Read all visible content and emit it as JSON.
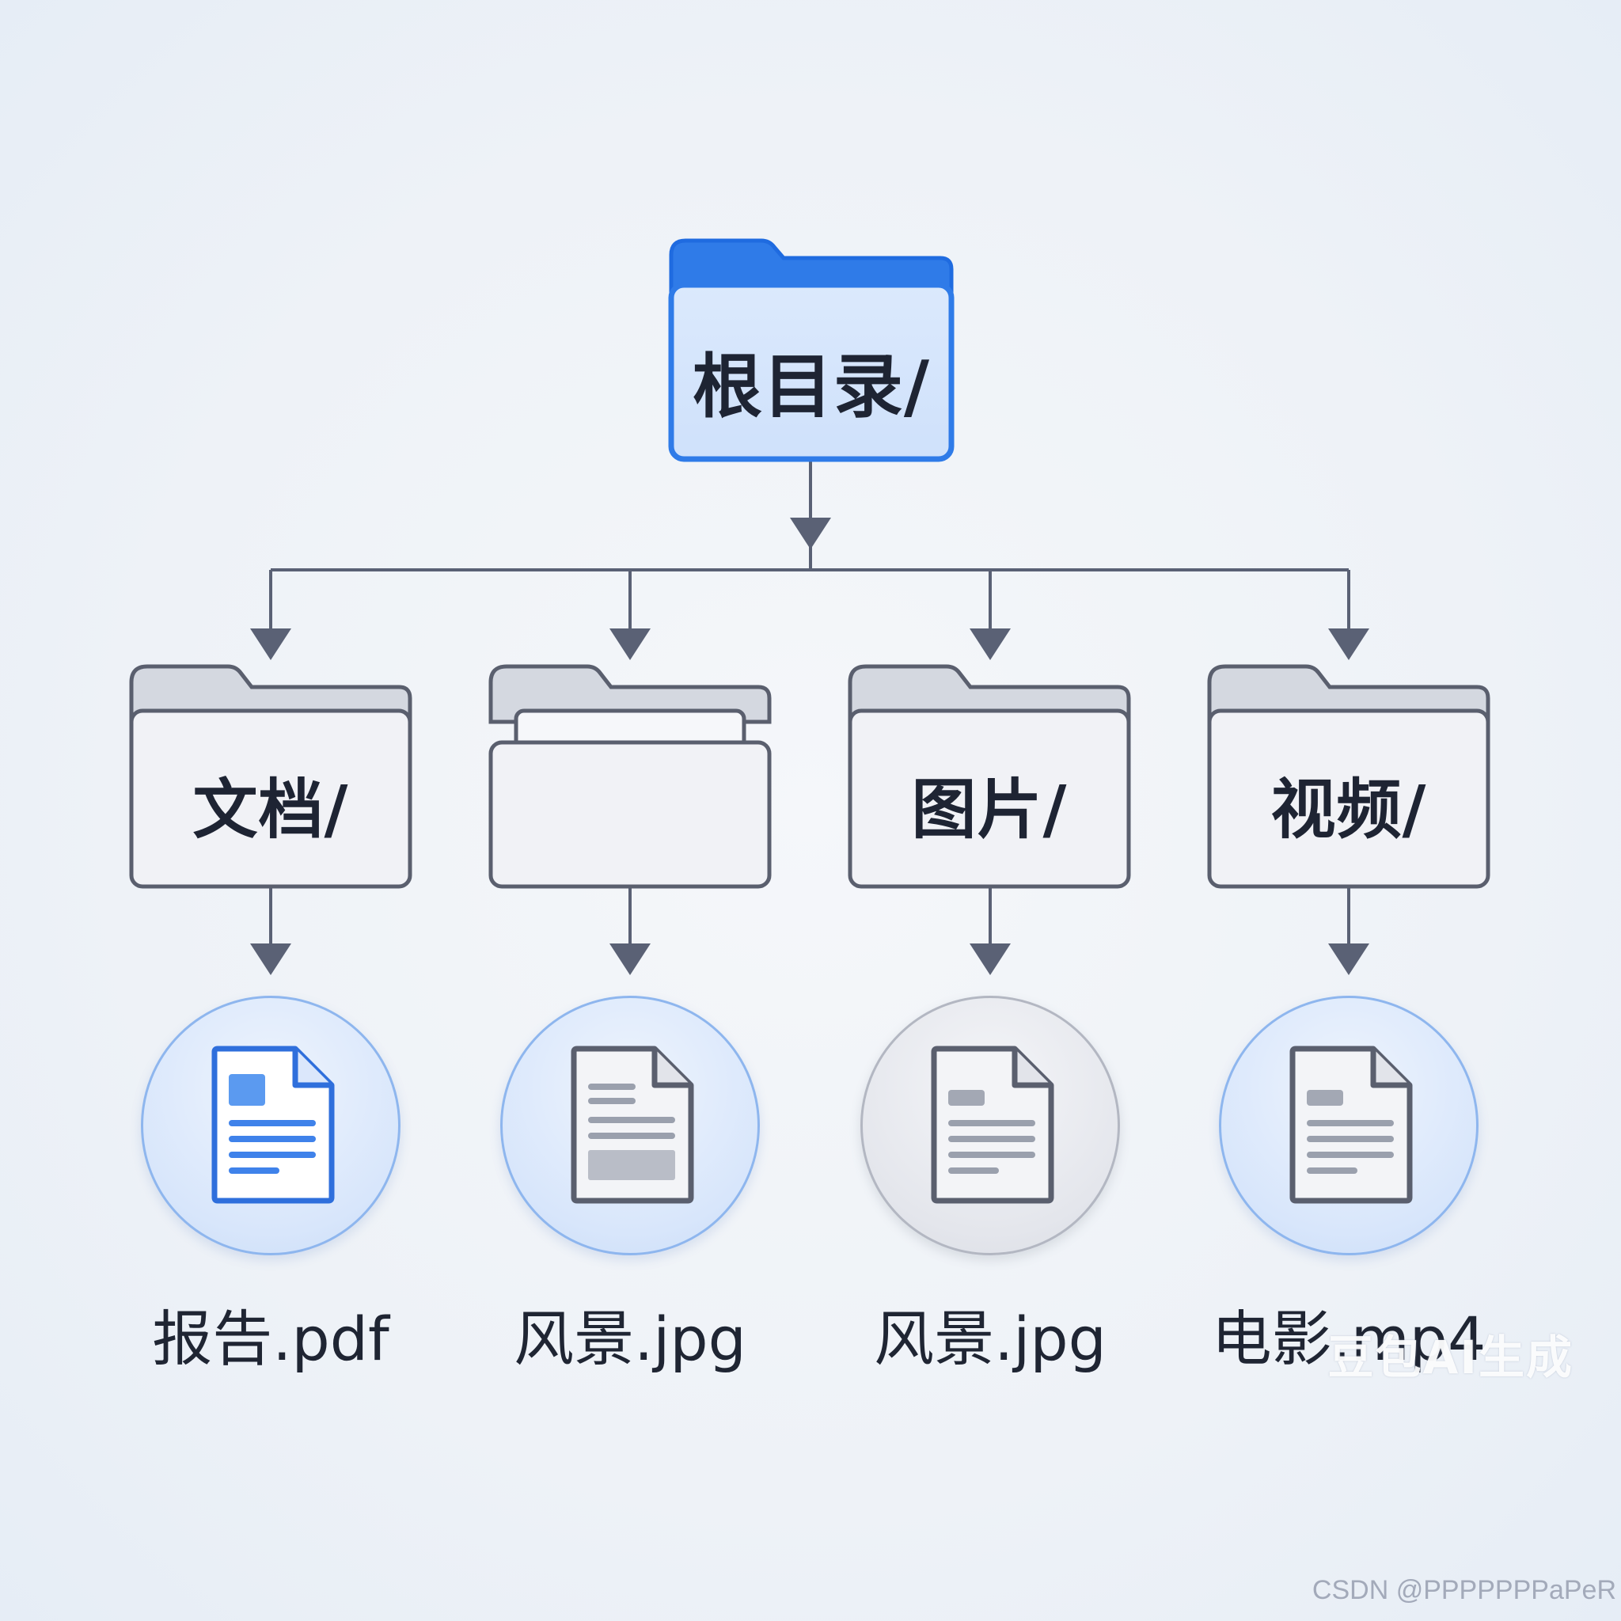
{
  "root": {
    "label": "根目录/"
  },
  "folders": [
    {
      "label": "文档/"
    },
    {
      "label": ""
    },
    {
      "label": "图片/"
    },
    {
      "label": "视频/"
    }
  ],
  "files": [
    {
      "name": "报告.pdf",
      "icon": "document-icon",
      "tone": "blue"
    },
    {
      "name": "风景.jpg",
      "icon": "document-icon",
      "tone": "blue"
    },
    {
      "name": "风景.jpg",
      "icon": "document-icon",
      "tone": "gray"
    },
    {
      "name": "电影.mp4",
      "icon": "document-icon",
      "tone": "blue"
    }
  ],
  "watermark": {
    "logo": "豆包AI生成",
    "credit": "CSDN @PPPPPPPaPeR"
  },
  "colors": {
    "root_accent": "#2f7be8",
    "folder_stroke": "#5a5f6e",
    "arrow": "#5a6175"
  }
}
